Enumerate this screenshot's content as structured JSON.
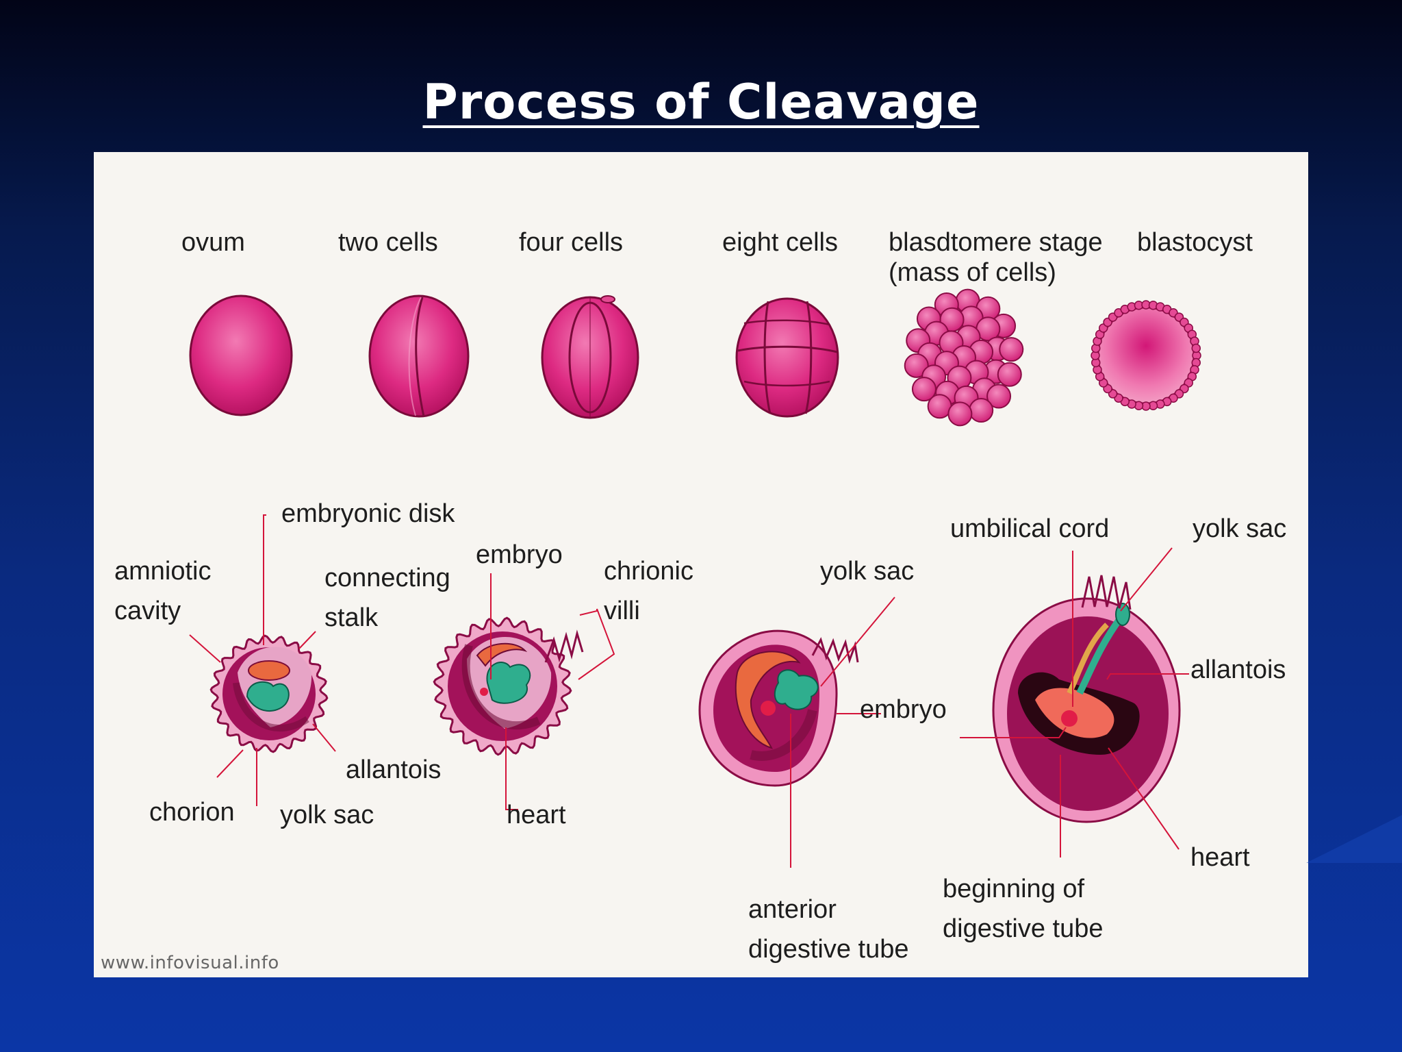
{
  "title": "Process of Cleavage",
  "stages": {
    "ovum": "ovum",
    "two_cells": "two cells",
    "four_cells": "four cells",
    "eight_cells": "eight cells",
    "blastomere_line1": "blasdtomere stage",
    "blastomere_line2": "(mass of cells)",
    "blastocyst": "blastocyst"
  },
  "labels": {
    "embryonic_disk": "embryonic disk",
    "amniotic_cavity_1": "amniotic",
    "amniotic_cavity_2": "cavity",
    "connecting_stalk_1": "connecting",
    "connecting_stalk_2": "stalk",
    "embryo_a": "embryo",
    "chorionic_villi_1": "chrionic",
    "chorionic_villi_2": "villi",
    "allantois_a": "allantois",
    "chorion": "chorion",
    "yolk_sac_a": "yolk sac",
    "heart_a": "heart",
    "yolk_sac_b": "yolk sac",
    "embryo_b": "embryo",
    "anterior_digestive_1": "anterior",
    "anterior_digestive_2": "digestive tube",
    "umbilical_cord": "umbilical cord",
    "yolk_sac_c": "yolk sac",
    "allantois_b": "allantois",
    "heart_b": "heart",
    "beginning_digestive_1": "beginning of",
    "beginning_digestive_2": "digestive tube"
  },
  "credit": "www.infovisual.info",
  "colors": {
    "cell_pink": "#d81d79",
    "cell_light": "#ee6aa7",
    "dark_magenta": "#7d0a3c",
    "teal": "#2ea98a",
    "orange": "#e5623a",
    "pointer_red": "#d4143a"
  }
}
